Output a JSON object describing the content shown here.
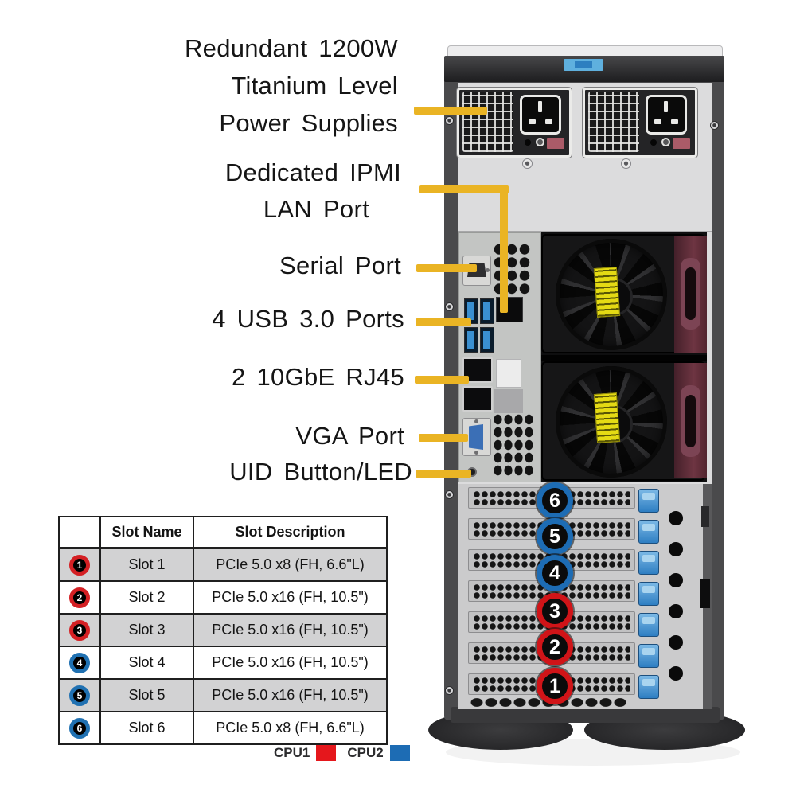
{
  "diagram": {
    "background": "#ffffff",
    "callout_line_color": "#eab424",
    "handle_color": "#5fb0de"
  },
  "callouts": {
    "psu": {
      "line1": "Redundant 1200W",
      "line2": "Titanium Level",
      "line3": "Power Supplies"
    },
    "ipmi": {
      "line1": "Dedicated IPMI",
      "line2": "LAN Port"
    },
    "serial": {
      "label": "Serial Port"
    },
    "usb": {
      "label": "4 USB 3.0 Ports"
    },
    "rj45": {
      "label": "2 10GbE RJ45"
    },
    "vga": {
      "label": "VGA Port"
    },
    "uid": {
      "label": "UID Button/LED"
    }
  },
  "tower_badges": [
    {
      "number": "6",
      "cpu": "CPU2",
      "color": "#1d6cb4"
    },
    {
      "number": "5",
      "cpu": "CPU2",
      "color": "#1d6cb4"
    },
    {
      "number": "4",
      "cpu": "CPU2",
      "color": "#1d6cb4"
    },
    {
      "number": "3",
      "cpu": "CPU1",
      "color": "#d01418"
    },
    {
      "number": "2",
      "cpu": "CPU1",
      "color": "#d01418"
    },
    {
      "number": "1",
      "cpu": "CPU1",
      "color": "#d01418"
    }
  ],
  "table": {
    "columns": [
      "",
      "Slot Name",
      "Slot Description"
    ],
    "rows": [
      {
        "badge": "1",
        "cpu": "CPU1",
        "name": "Slot 1",
        "description": "PCIe 5.0 x8 (FH, 6.6\"L)"
      },
      {
        "badge": "2",
        "cpu": "CPU1",
        "name": "Slot 2",
        "description": "PCIe 5.0 x16 (FH, 10.5\")"
      },
      {
        "badge": "3",
        "cpu": "CPU1",
        "name": "Slot 3",
        "description": "PCIe 5.0 x16 (FH, 10.5\")"
      },
      {
        "badge": "4",
        "cpu": "CPU2",
        "name": "Slot 4",
        "description": "PCIe 5.0 x16 (FH, 10.5\")"
      },
      {
        "badge": "5",
        "cpu": "CPU2",
        "name": "Slot 5",
        "description": "PCIe 5.0 x16 (FH, 10.5\")"
      },
      {
        "badge": "6",
        "cpu": "CPU2",
        "name": "Slot 6",
        "description": "PCIe 5.0 x8 (FH, 6.6\"L)"
      }
    ]
  },
  "legend": {
    "items": [
      {
        "label": "CPU1",
        "color": "#e5171c"
      },
      {
        "label": "CPU2",
        "color": "#1d6cb4"
      }
    ]
  }
}
